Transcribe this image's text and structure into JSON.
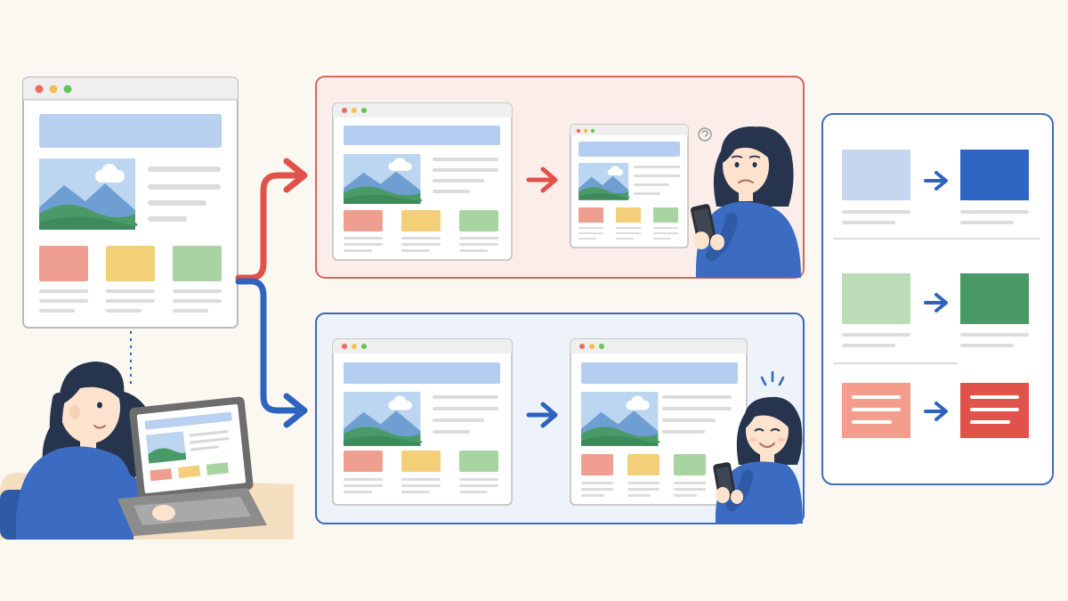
{
  "scene": {
    "background": "#fbf8f2",
    "colors": {
      "red_accent": "#e0524a",
      "blue_accent": "#2f63c0",
      "red_panel_bg": "#fbeeea",
      "red_panel_border": "#d9645e",
      "blue_panel_bg": "#eef3fa",
      "blue_panel_border": "#3b69b8",
      "right_panel_border": "#3f6db8",
      "banner_blue": "#b5cdf1",
      "tile_red": "#ef9f8f",
      "tile_yellow": "#f4cf7a",
      "tile_green": "#a8d4a2",
      "text_line_gray": "#d8d8d8",
      "hoodie_blue": "#3b6cc2",
      "hair_dark": "#26344d",
      "skin": "#fde3cd"
    }
  },
  "icons": {
    "source_page": "web-page-wireframe-icon",
    "laptop_user": "person-using-laptop-icon",
    "confused_phone_user": "confused-person-with-phone-icon",
    "happy_phone_user": "happy-person-with-phone-icon",
    "branch_arrows": "branch-arrow-icon"
  },
  "comparisons": [
    {
      "name": "color-contrast",
      "from_color": "#c6d6ee",
      "to_color": "#2f66c3"
    },
    {
      "name": "green-contrast",
      "from_color": "#bcdcb8",
      "to_color": "#4a9a68"
    },
    {
      "name": "red-text-contrast",
      "from_color": "#f59d8c",
      "to_color": "#e0524a"
    }
  ]
}
